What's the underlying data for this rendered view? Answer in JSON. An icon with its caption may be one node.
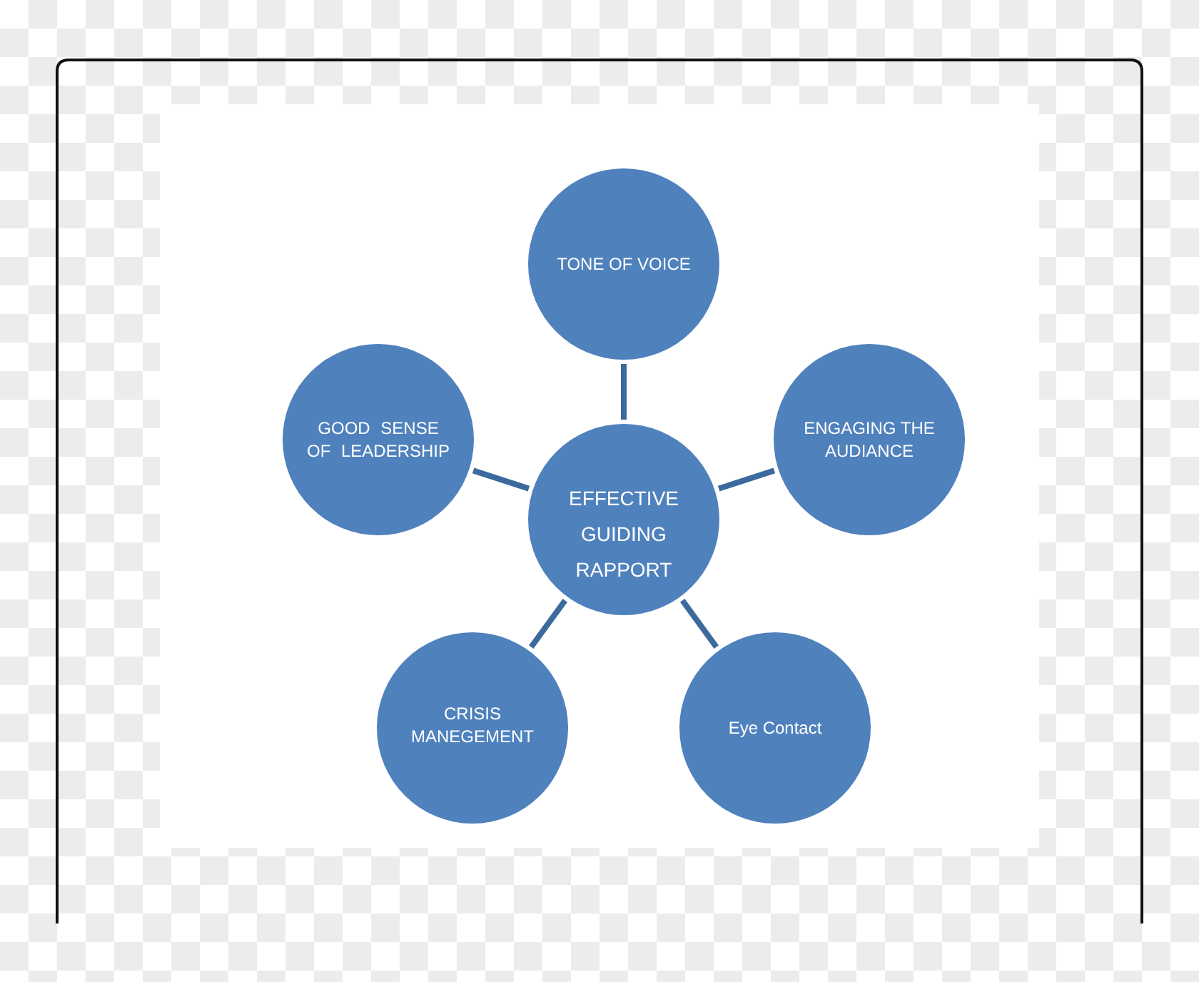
{
  "diagram": {
    "nodes": [
      {
        "text": [
          "TONE OF VOICE"
        ]
      },
      {
        "text": [
          "GOOD SENSE OF LEADERSHIP"
        ]
      },
      {
        "text": [
          "ENGAGING THE AUDIANCE"
        ]
      },
      {
        "text": [
          "EFFECTIVE GUIDING RAPPORT"
        ]
      },
      {
        "text": [
          "CRISIS MANEGEMENT"
        ]
      },
      {
        "text": [
          "Eye Contact"
        ]
      }
    ],
    "edges": [
      {
        "from": 3,
        "to": 0,
        "arrow": "none"
      },
      {
        "from": 3,
        "to": 1,
        "arrow": "none"
      },
      {
        "from": 3,
        "to": 2,
        "arrow": "none"
      },
      {
        "from": 3,
        "to": 4,
        "arrow": "none"
      },
      {
        "from": 3,
        "to": 5,
        "arrow": "none"
      }
    ]
  }
}
